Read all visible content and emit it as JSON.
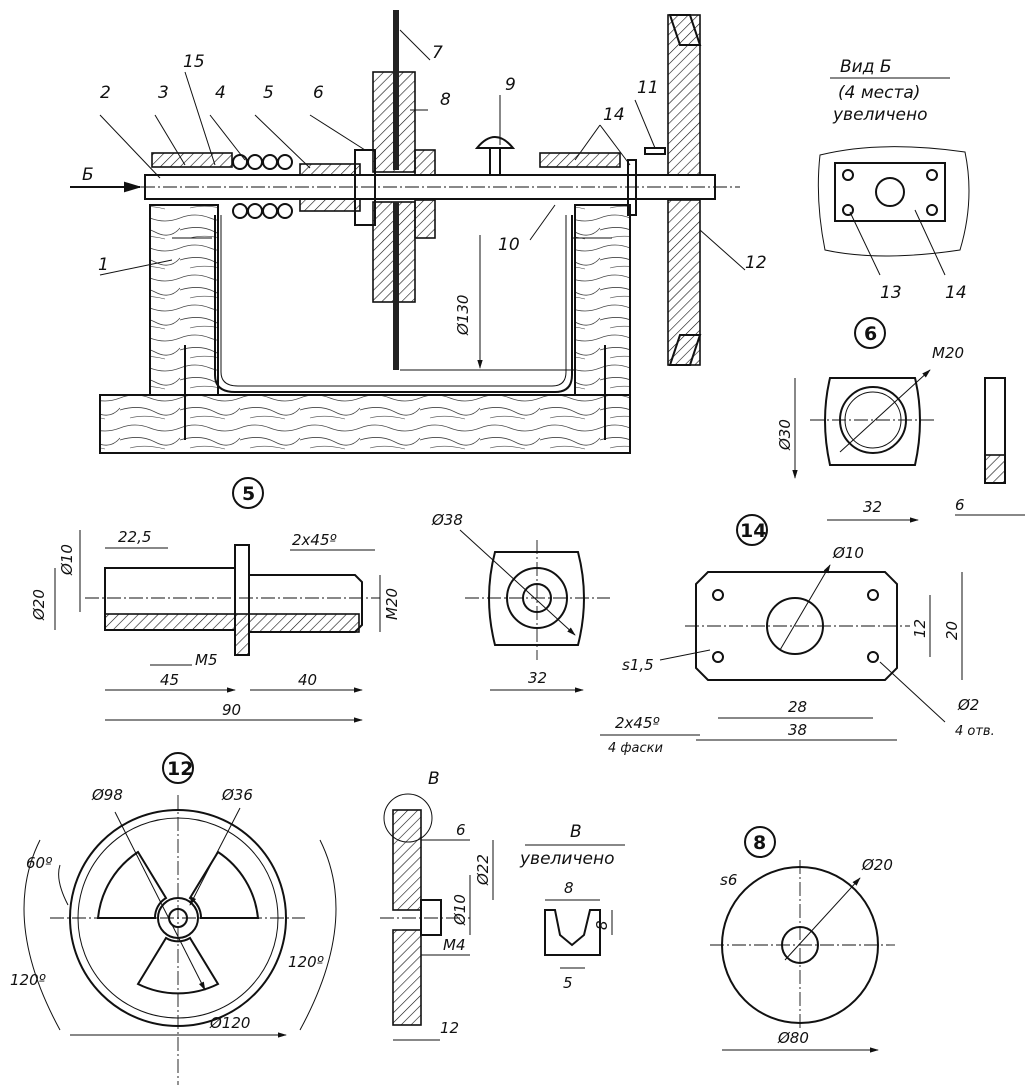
{
  "main_assembly": {
    "callouts": [
      "1",
      "2",
      "3",
      "15",
      "4",
      "5",
      "6",
      "7",
      "8",
      "9",
      "14",
      "11",
      "10",
      "12"
    ],
    "arrow_view": "Б",
    "diameter_label": "Ø130"
  },
  "view_b": {
    "title": "Вид Б",
    "subtitle": "(4 места)",
    "note": "увеличено",
    "callouts": [
      "13",
      "14"
    ]
  },
  "part6": {
    "number": "6",
    "dims": [
      "M20",
      "Ø30",
      "32",
      "6"
    ]
  },
  "part5": {
    "number": "5",
    "dims": [
      "22,5",
      "Ø10",
      "2x45º",
      "Ø20",
      "M20",
      "M5",
      "45",
      "40",
      "90"
    ]
  },
  "part5_end": {
    "dims": [
      "Ø38",
      "32"
    ]
  },
  "part14": {
    "number": "14",
    "dims": [
      "Ø10",
      "12",
      "20",
      "s1,5",
      "28",
      "Ø2",
      "4 отв.",
      "2x45º",
      "4 фаски",
      "38"
    ]
  },
  "part12": {
    "number": "12",
    "dims": [
      "Ø98",
      "Ø36",
      "60º",
      "120º",
      "120º",
      "Ø120"
    ]
  },
  "part12_side": {
    "callout": "В",
    "dims": [
      "6",
      "Ø22",
      "Ø10",
      "M4",
      "12"
    ]
  },
  "detail_v": {
    "title": "В",
    "note": "увеличено",
    "dims": [
      "8",
      "8",
      "5"
    ]
  },
  "part8": {
    "number": "8",
    "dims": [
      "s6",
      "Ø20",
      "Ø80"
    ]
  },
  "colors": {
    "ink": "#111111",
    "paper": "#ffffff"
  }
}
